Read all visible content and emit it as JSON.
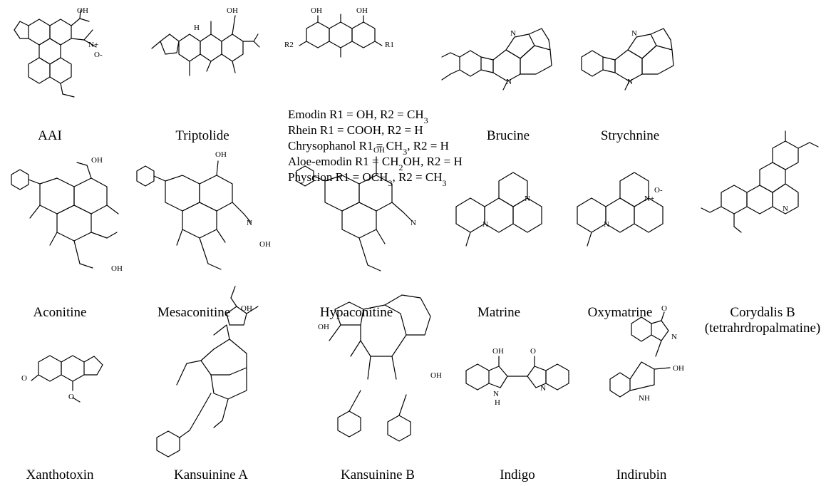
{
  "compounds": [
    {
      "label": "AAI"
    },
    {
      "label": "Triptolide"
    },
    {
      "label": "Brucine"
    },
    {
      "label": "Strychnine"
    },
    {
      "label": "Aconitine"
    },
    {
      "label": "Mesaconitine"
    },
    {
      "label": "Hypaconitine"
    },
    {
      "label": "Matrine"
    },
    {
      "label": "Oxymatrine"
    },
    {
      "label": "Corydalis B"
    },
    {
      "label": "Xanthotoxin"
    },
    {
      "label": "Kansuinine A"
    },
    {
      "label": "Kansuinine B"
    },
    {
      "label": "Indigo"
    },
    {
      "label": "Indirubin"
    }
  ],
  "corydalis_alt": "(tetrahrdropalmatine)",
  "anthraquinones": [
    {
      "name": "Emodin",
      "r1": "OH",
      "r2": "CH",
      "r2_sub": "3"
    },
    {
      "name": "Rhein",
      "r1": "COOH",
      "r2": "H"
    },
    {
      "name": "Chrysophanol",
      "r1": "CH",
      "r1_sub": "3",
      "r2": "H"
    },
    {
      "name": "Aloe-emodin",
      "r1": "CH",
      "r1_sub": "2",
      "r1_post": "OH",
      "r2": "H"
    },
    {
      "name": "Physcion",
      "r1": "OCH",
      "r1_sub": "3",
      "r2": "CH",
      "r2_sub": "3"
    }
  ],
  "atoms": {
    "oh": "OH",
    "h": "H",
    "o": "O",
    "n": "N",
    "nh": "NH",
    "n_plus": "N+",
    "o_minus": "O-",
    "r1": "R1",
    "r2": "R2"
  }
}
